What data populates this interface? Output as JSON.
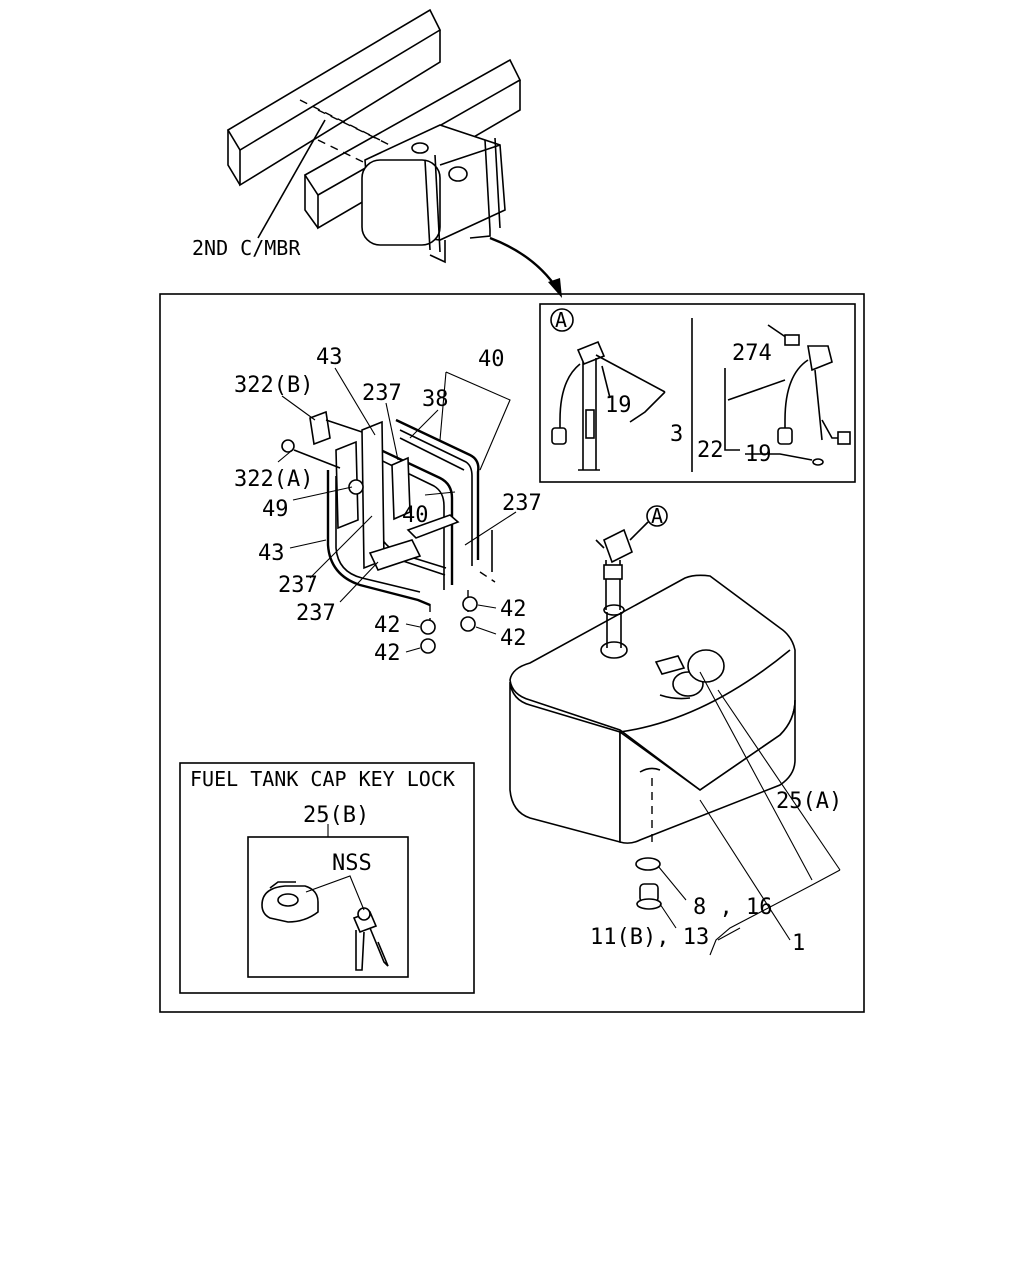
{
  "labels": {
    "frame_member": "2ND C/MBR",
    "key_lock_title": "FUEL TANK CAP KEY LOCK",
    "nss": "NSS",
    "detail_ref": "A",
    "part_322b": "322(B)",
    "part_322a": "322(A)",
    "part_43_top": "43",
    "part_43_left": "43",
    "part_49": "49",
    "part_237_a": "237",
    "part_237_b": "237",
    "part_237_c": "237",
    "part_237_d": "237",
    "part_38": "38",
    "part_40_top": "40",
    "part_40_mid": "40",
    "part_42_a": "42",
    "part_42_b": "42",
    "part_42_c": "42",
    "part_42_d": "42",
    "part_19_left": "19",
    "part_19_right": "19",
    "part_3": "3",
    "part_274": "274",
    "part_22": "22",
    "part_25a": "25(A)",
    "part_25b": "25(B)",
    "part_8_16": "8 , 16",
    "part_11b_13": "11(B), 13",
    "part_1": "1"
  }
}
